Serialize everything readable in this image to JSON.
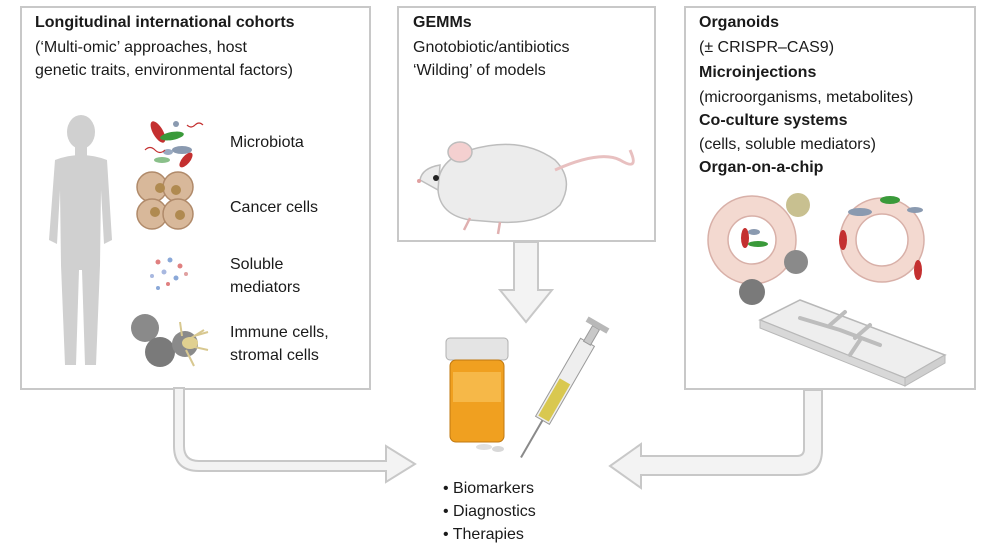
{
  "left_panel": {
    "title": "Longitudinal international cohorts",
    "subtitle_line1": "(‘Multi-omic’ approaches, host",
    "subtitle_line2": "genetic traits, environmental factors)",
    "items": [
      {
        "label": "Microbiota",
        "icon": "microbiota-icon"
      },
      {
        "label": "Cancer cells",
        "icon": "cancer-cells-icon"
      },
      {
        "label_line1": "Soluble",
        "label_line2": "mediators",
        "icon": "soluble-mediators-icon"
      },
      {
        "label_line1": "Immune cells,",
        "label_line2": "stromal cells",
        "icon": "immune-cells-icon"
      }
    ]
  },
  "middle_panel": {
    "title": "GEMMs",
    "line1": "Gnotobiotic/antibiotics",
    "line2": "‘Wilding’ of models"
  },
  "right_panel": {
    "sections": [
      {
        "title": "Organoids",
        "detail": "(± CRISPR–CAS9)"
      },
      {
        "title": "Microinjections",
        "detail": "(microorganisms, metabolites)"
      },
      {
        "title": "Co-culture systems",
        "detail": "(cells, soluble mediators)"
      },
      {
        "title": "Organ-on-a-chip"
      }
    ]
  },
  "outcomes": [
    "• Biomarkers",
    "• Diagnostics",
    "• Therapies"
  ],
  "colors": {
    "panel_border": "#c8c8c8",
    "arrow_fill": "#f3f3f3",
    "pill_orange": "#f0a020",
    "syringe_liquid": "#d9c850"
  }
}
